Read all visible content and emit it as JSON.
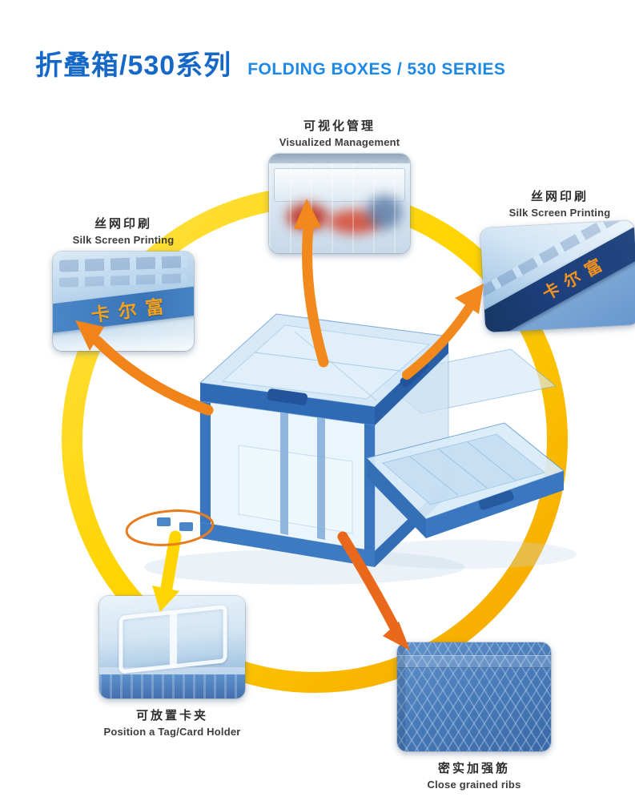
{
  "header": {
    "title_zh": "折叠箱/530系列",
    "title_en": "FOLDING BOXES / 530 SERIES"
  },
  "brand": {
    "text": "卡尔富"
  },
  "callouts": {
    "top": {
      "label_zh": "可视化管理",
      "label_en": "Visualized Management"
    },
    "left": {
      "label_zh": "丝网印刷",
      "label_en": "Silk Screen Printing"
    },
    "right": {
      "label_zh": "丝网印刷",
      "label_en": "Silk Screen Printing"
    },
    "bottom_left": {
      "label_zh": "可放置卡夹",
      "label_en": "Position a Tag/Card Holder"
    },
    "bottom_right": {
      "label_zh": "密实加强筋",
      "label_en": "Close  grained ribs"
    }
  },
  "colors": {
    "title_blue": "#1668c7",
    "subtitle_blue": "#1e88e5",
    "ring_yellow": "#ffe24a",
    "ring_orange": "#f5a300",
    "arrow_orange": "#f2891c",
    "arrow_yellow": "#ffd400",
    "brand_orange": "#f6a21c",
    "box_blue": "#2f6bb4",
    "band_navy": "#1d3f7c",
    "label_dark": "#2e2e2e"
  }
}
